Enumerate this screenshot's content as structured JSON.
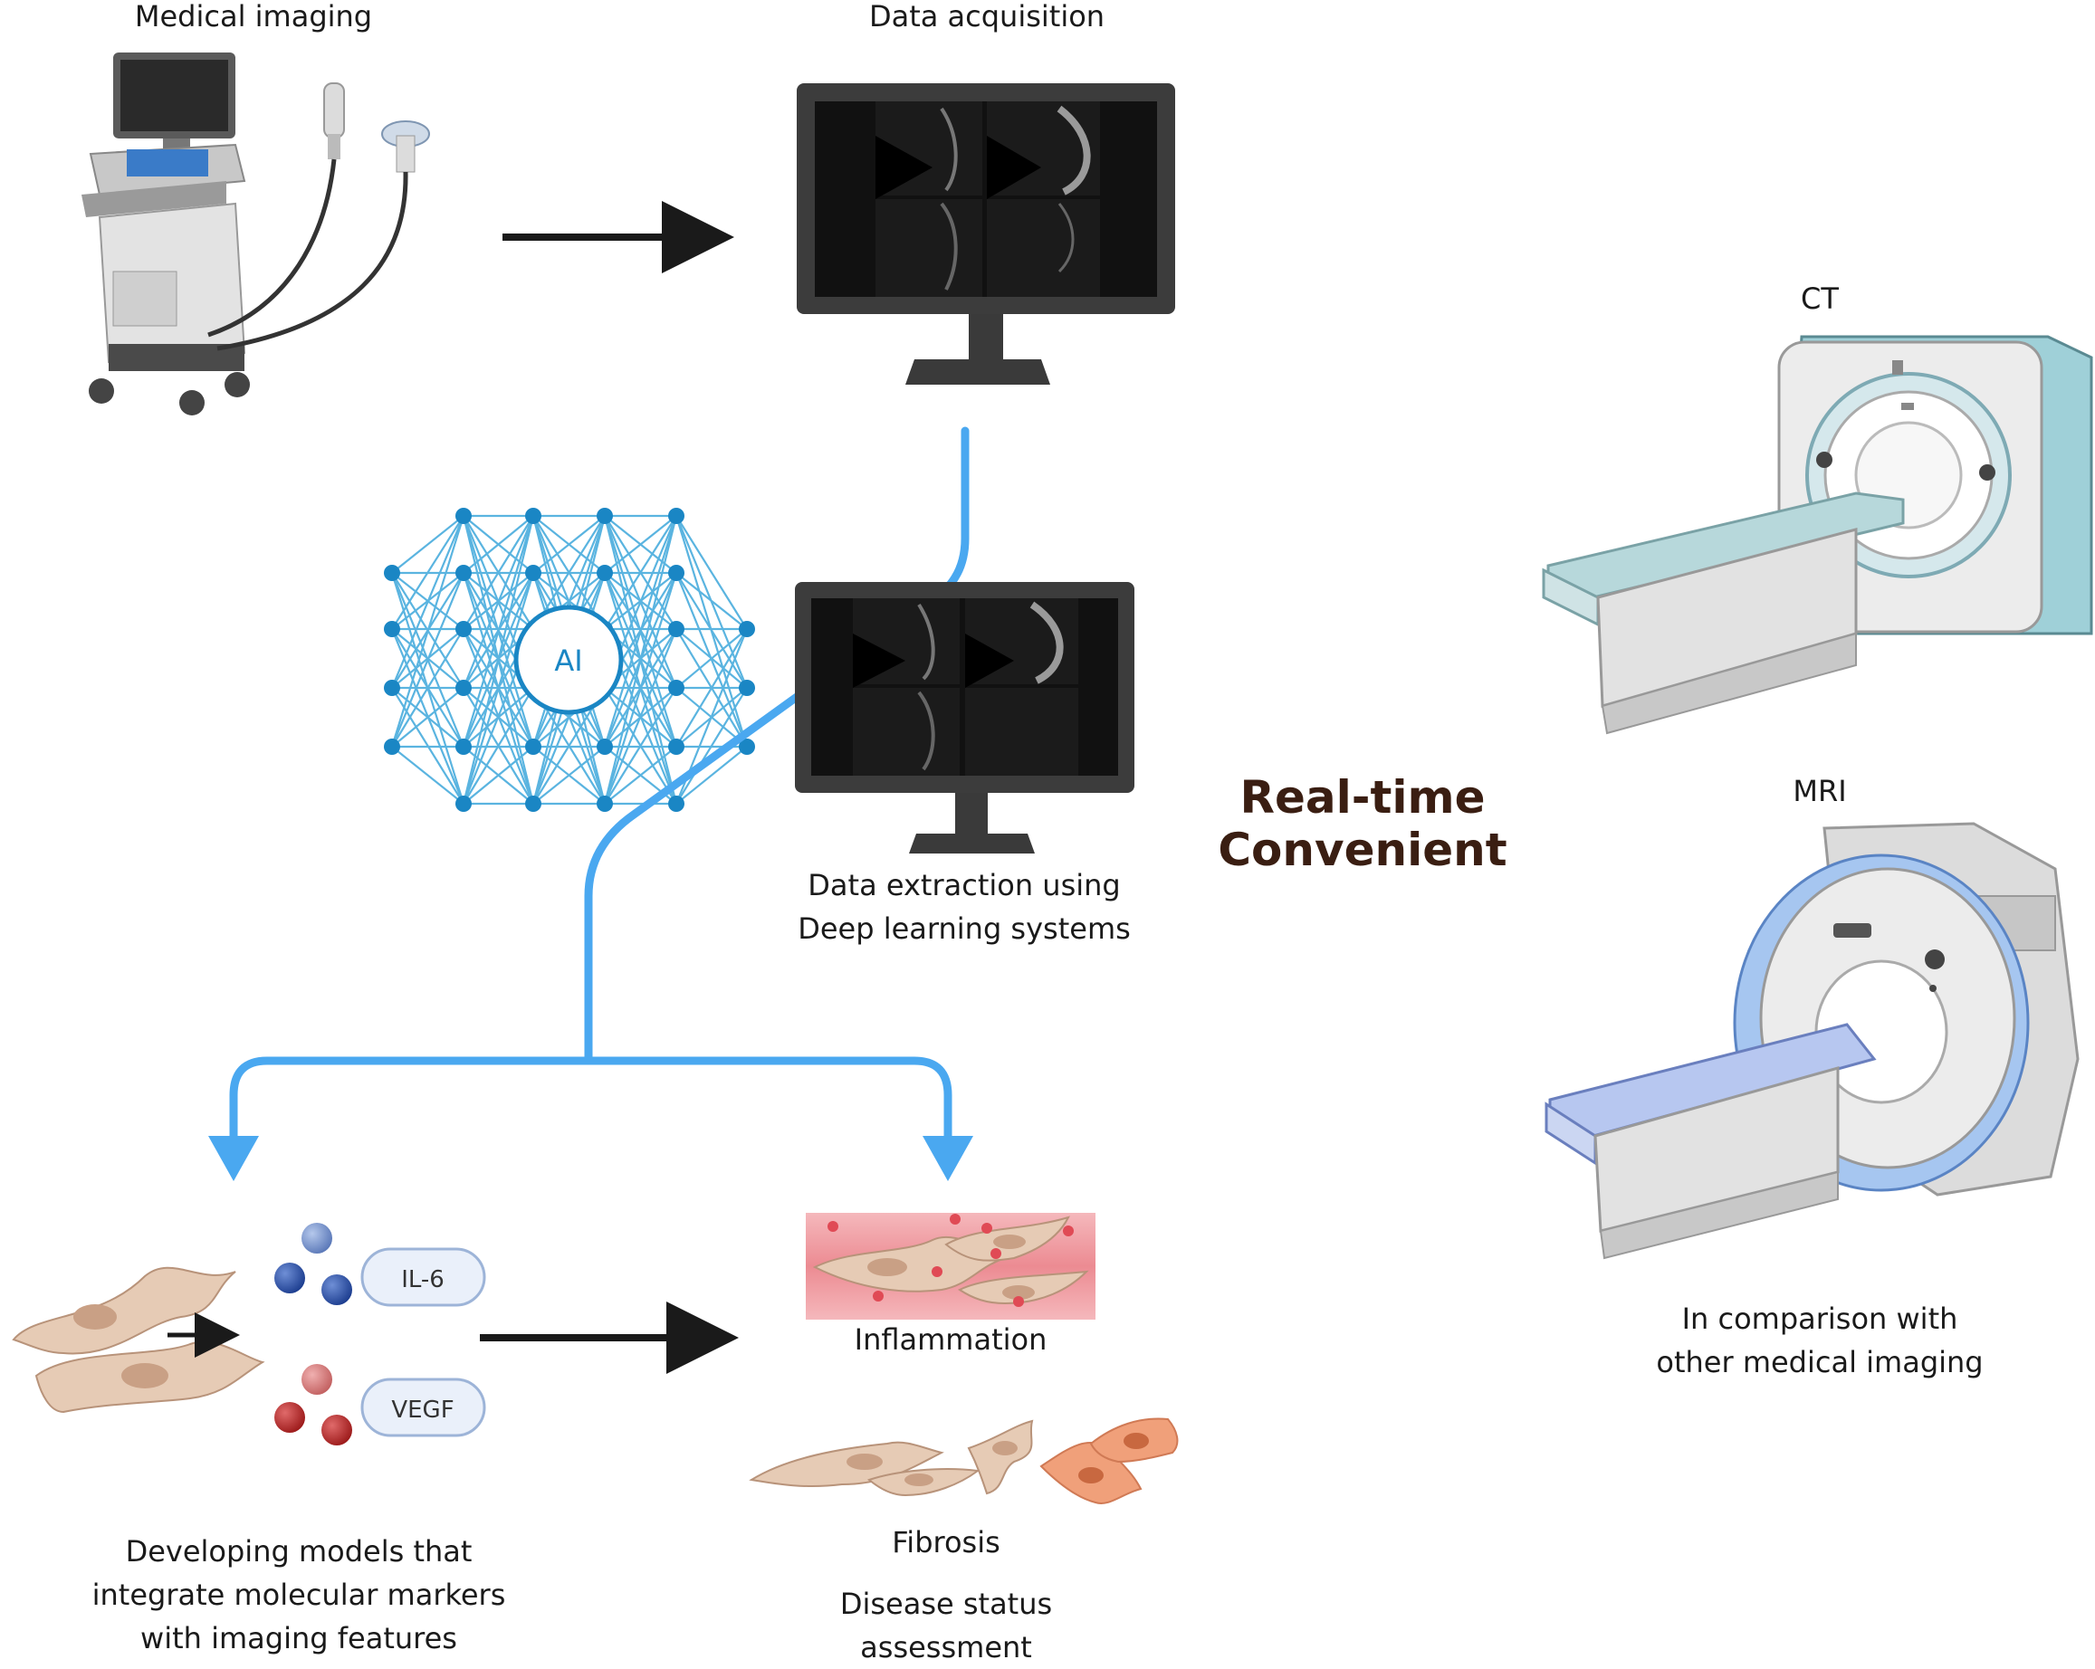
{
  "labels": {
    "medical_imaging": "Medical imaging",
    "data_acquisition": "Data acquisition",
    "ai": "AI",
    "data_extraction": [
      "Data extraction using",
      "Deep learning systems"
    ],
    "real_time": "Real-time",
    "convenient": "Convenient",
    "ct": "CT",
    "mri": "MRI",
    "comparison": [
      "In comparison with",
      "other medical imaging"
    ],
    "il6": "IL-6",
    "vegf": "VEGF",
    "inflammation": "Inflammation",
    "fibrosis": "Fibrosis",
    "developing_models": [
      "Developing models that",
      "integrate molecular markers",
      "with imaging features"
    ],
    "disease_status": [
      "Disease status",
      "assessment"
    ]
  },
  "colors": {
    "flow_arrow": "#4aa8f0",
    "black_arrow": "#1a1a1a",
    "network": "#1a86c4",
    "network_line": "#5ab4e0",
    "title_text": "#3a1e12"
  },
  "icons": [
    "ultrasound-machine-icon",
    "monitor-icon",
    "neural-network-icon",
    "ct-scanner-icon",
    "mri-scanner-icon",
    "cell-icon",
    "protein-sphere-icon",
    "inflamed-tissue-icon",
    "fibroblast-icon"
  ]
}
